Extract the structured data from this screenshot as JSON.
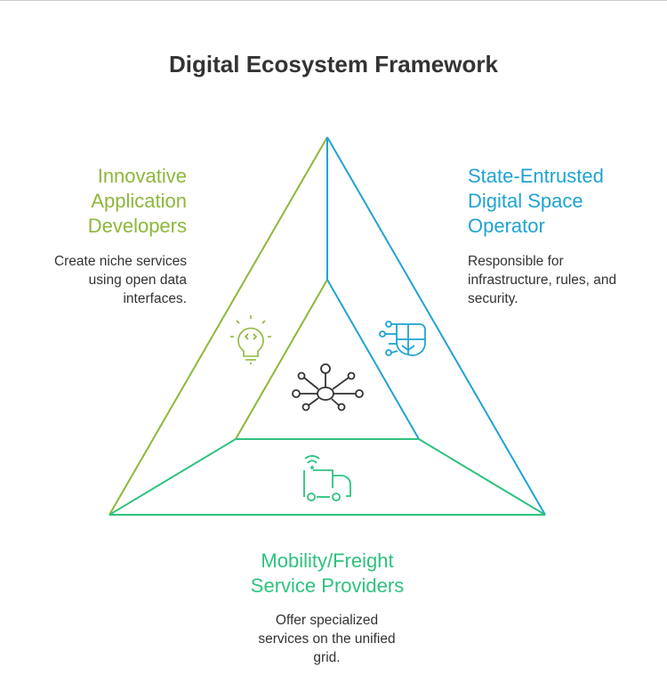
{
  "title": "Digital Ecosystem Framework",
  "colors": {
    "left": "#8db83a",
    "right": "#1fa3d4",
    "bottom": "#2ec27e",
    "center": "#333333"
  },
  "sections": [
    {
      "heading": "Innovative Application Developers",
      "description": "Create niche services using open data interfaces.",
      "icon": "lightbulb-code-icon"
    },
    {
      "heading": "State-Entrusted Digital Space Operator",
      "description": "Responsible for infrastructure, rules, and security.",
      "icon": "shield-circuit-icon"
    },
    {
      "heading": "Mobility/Freight Service Providers",
      "description": "Offer specialized services on the unified grid.",
      "icon": "connected-truck-icon"
    }
  ],
  "center_icon": "network-hub-icon"
}
